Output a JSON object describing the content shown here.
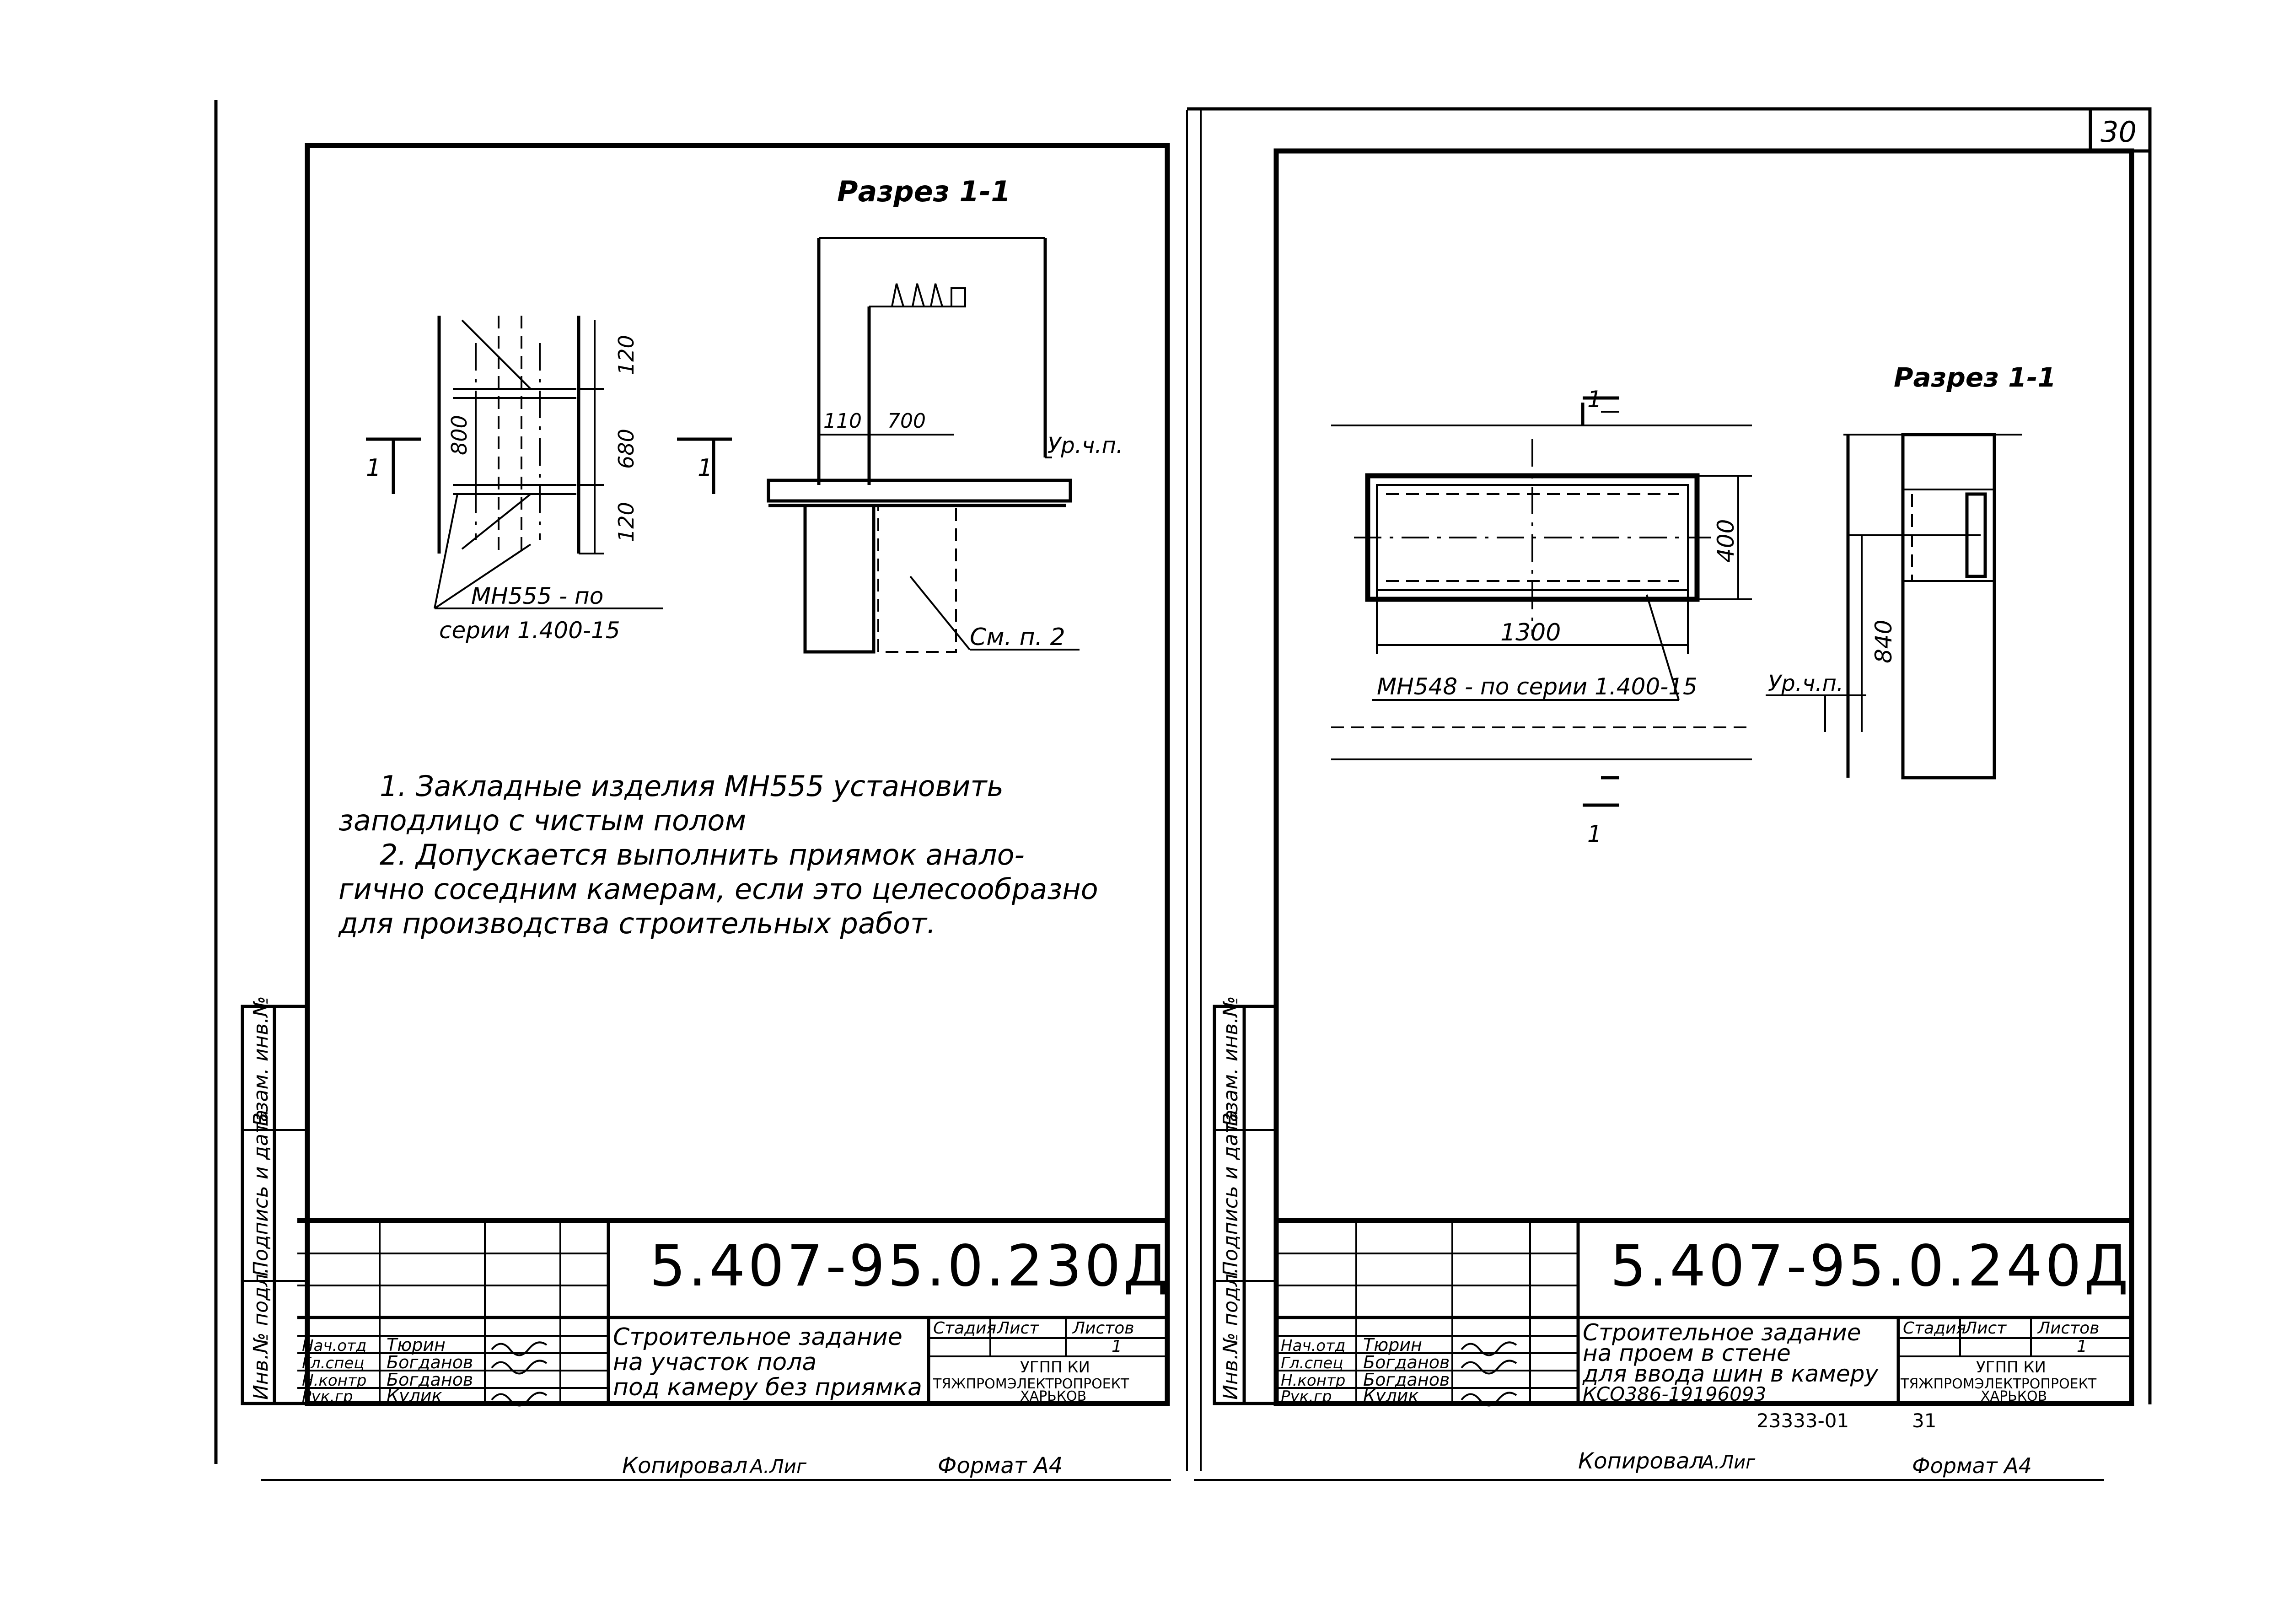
{
  "page_number": "30",
  "left_sheet": {
    "section_title": "Разрез 1-1",
    "plan_dims": [
      "800",
      "120",
      "680",
      "120"
    ],
    "section_marker": "1",
    "embed_label_1": "МН555 - по",
    "embed_label_2": "серии 1.400-15",
    "section_dims": [
      "110",
      "700"
    ],
    "floor_level": "Ур.ч.п.",
    "see_note": "См. п. 2",
    "notes": [
      "1. Закладные изделия МН555 установить",
      "заподлицо с чистым полом",
      "2. Допускается выполнить приямок анало-",
      "гично соседним камерам, если это целесообразно",
      "для производства строительных работ."
    ],
    "side_stamp": [
      "Инв.№ подл.",
      "Подпись и дата",
      "Взам. инв.№"
    ],
    "title_block": {
      "code": "5.407-95.0.230Д",
      "title_lines": [
        "Строительное задание",
        "на участок пола",
        "под камеру без приямка"
      ],
      "roles": [
        "Нач.отд",
        "Гл.спец",
        "Н.контр",
        "Рук.гр"
      ],
      "names": [
        "Тюрин",
        "Богданов",
        "Богданов",
        "Кулик"
      ],
      "col_stage": "Стадия",
      "col_sheet": "Лист",
      "col_sheets": "Листов",
      "sheets_value": "1",
      "org_1": "УГПП КИ",
      "org_2": "ТЯЖПРОМЭЛЕКТРОПРОЕКТ",
      "org_3": "ХАРЬКОВ"
    },
    "copied": "Копировал",
    "copied_name": "А.Лиг",
    "format": "Формат А4"
  },
  "right_sheet": {
    "section_title": "Разрез 1-1",
    "section_marker": "1",
    "dims": [
      "400",
      "1300",
      "840"
    ],
    "embed_label": "МН548 - по серии 1.400-15",
    "floor_level": "Ур.ч.п.",
    "side_stamp": [
      "Инв.№ подл.",
      "Подпись и дата",
      "Взам. инв.№"
    ],
    "title_block": {
      "code": "5.407-95.0.240Д",
      "title_lines": [
        "Строительное задание",
        "на проем в стене",
        "для ввода шин в камеру",
        "КСО386-19196093"
      ],
      "roles": [
        "Нач.отд",
        "Гл.спец",
        "Н.контр",
        "Рук.гр"
      ],
      "names": [
        "Тюрин",
        "Богданов",
        "Богданов",
        "Кулик"
      ],
      "col_stage": "Стадия",
      "col_sheet": "Лист",
      "col_sheets": "Листов",
      "sheets_value": "1",
      "org_1": "УГПП КИ",
      "org_2": "ТЯЖПРОМЭЛЕКТРОПРОЕКТ",
      "org_3": "ХАРЬКОВ"
    },
    "archive_number": "23333-01",
    "archive_sheet": "31",
    "copied": "Копировал",
    "copied_name": "А.Лиг",
    "format": "Формат А4"
  }
}
